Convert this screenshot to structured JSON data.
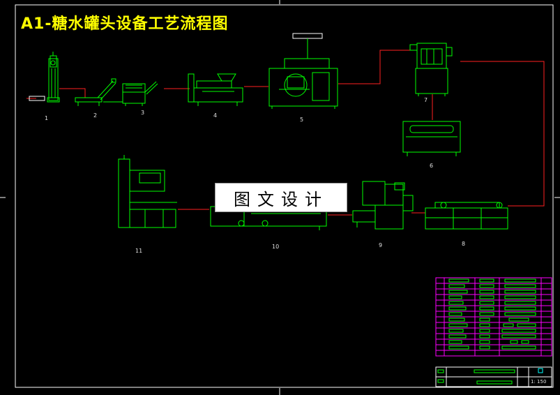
{
  "header": {
    "title": "A1-糖水罐头设备工艺流程图"
  },
  "watermark": {
    "text": "图文设计"
  },
  "equipment_labels": [
    "1",
    "2",
    "3",
    "4",
    "5",
    "6",
    "7",
    "8",
    "9",
    "10",
    "11"
  ],
  "title_block": {
    "scale": "1: 150"
  },
  "colors": {
    "frame": "#ffffff",
    "equipment": "#00ff00",
    "flow_line": "#ff2020",
    "table_frame": "#ff00ff",
    "title_text": "#ffff00"
  }
}
